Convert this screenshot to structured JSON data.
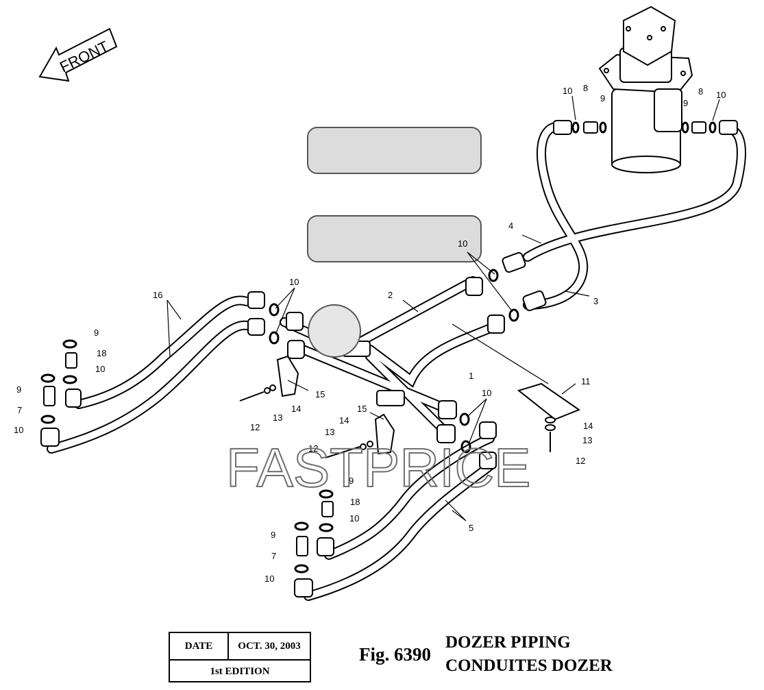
{
  "front_label": "FRONT",
  "watermark": "FASTPRICE",
  "callouts": [
    {
      "id": "c1",
      "text": "1"
    },
    {
      "id": "c2",
      "text": "2"
    },
    {
      "id": "c3",
      "text": "3"
    },
    {
      "id": "c4",
      "text": "4"
    },
    {
      "id": "c5",
      "text": "5"
    },
    {
      "id": "c7a",
      "text": "7"
    },
    {
      "id": "c7b",
      "text": "7"
    },
    {
      "id": "c8a",
      "text": "8"
    },
    {
      "id": "c8b",
      "text": "8"
    },
    {
      "id": "c9a",
      "text": "9"
    },
    {
      "id": "c9b",
      "text": "9"
    },
    {
      "id": "c9c",
      "text": "9"
    },
    {
      "id": "c9d",
      "text": "9"
    },
    {
      "id": "c9e",
      "text": "9"
    },
    {
      "id": "c9f",
      "text": "9"
    },
    {
      "id": "c10a",
      "text": "10"
    },
    {
      "id": "c10b",
      "text": "10"
    },
    {
      "id": "c10c",
      "text": "10"
    },
    {
      "id": "c10d",
      "text": "10"
    },
    {
      "id": "c10e",
      "text": "10"
    },
    {
      "id": "c10f",
      "text": "10"
    },
    {
      "id": "c10g",
      "text": "10"
    },
    {
      "id": "c10h",
      "text": "10"
    },
    {
      "id": "c10i",
      "text": "10"
    },
    {
      "id": "c11",
      "text": "11"
    },
    {
      "id": "c12a",
      "text": "12"
    },
    {
      "id": "c12b",
      "text": "12"
    },
    {
      "id": "c12c",
      "text": "12"
    },
    {
      "id": "c13a",
      "text": "13"
    },
    {
      "id": "c13b",
      "text": "13"
    },
    {
      "id": "c13c",
      "text": "13"
    },
    {
      "id": "c14a",
      "text": "14"
    },
    {
      "id": "c14b",
      "text": "14"
    },
    {
      "id": "c14c",
      "text": "14"
    },
    {
      "id": "c15a",
      "text": "15"
    },
    {
      "id": "c15b",
      "text": "15"
    },
    {
      "id": "c16",
      "text": "16"
    },
    {
      "id": "c18a",
      "text": "18"
    },
    {
      "id": "c18b",
      "text": "18"
    }
  ],
  "title_block": {
    "date_label": "DATE",
    "date_value": "OCT. 30, 2003",
    "edition": "1st EDITION"
  },
  "figure_number": "Fig. 6390",
  "title_en": "DOZER PIPING",
  "title_fr": "CONDUITES DOZER"
}
